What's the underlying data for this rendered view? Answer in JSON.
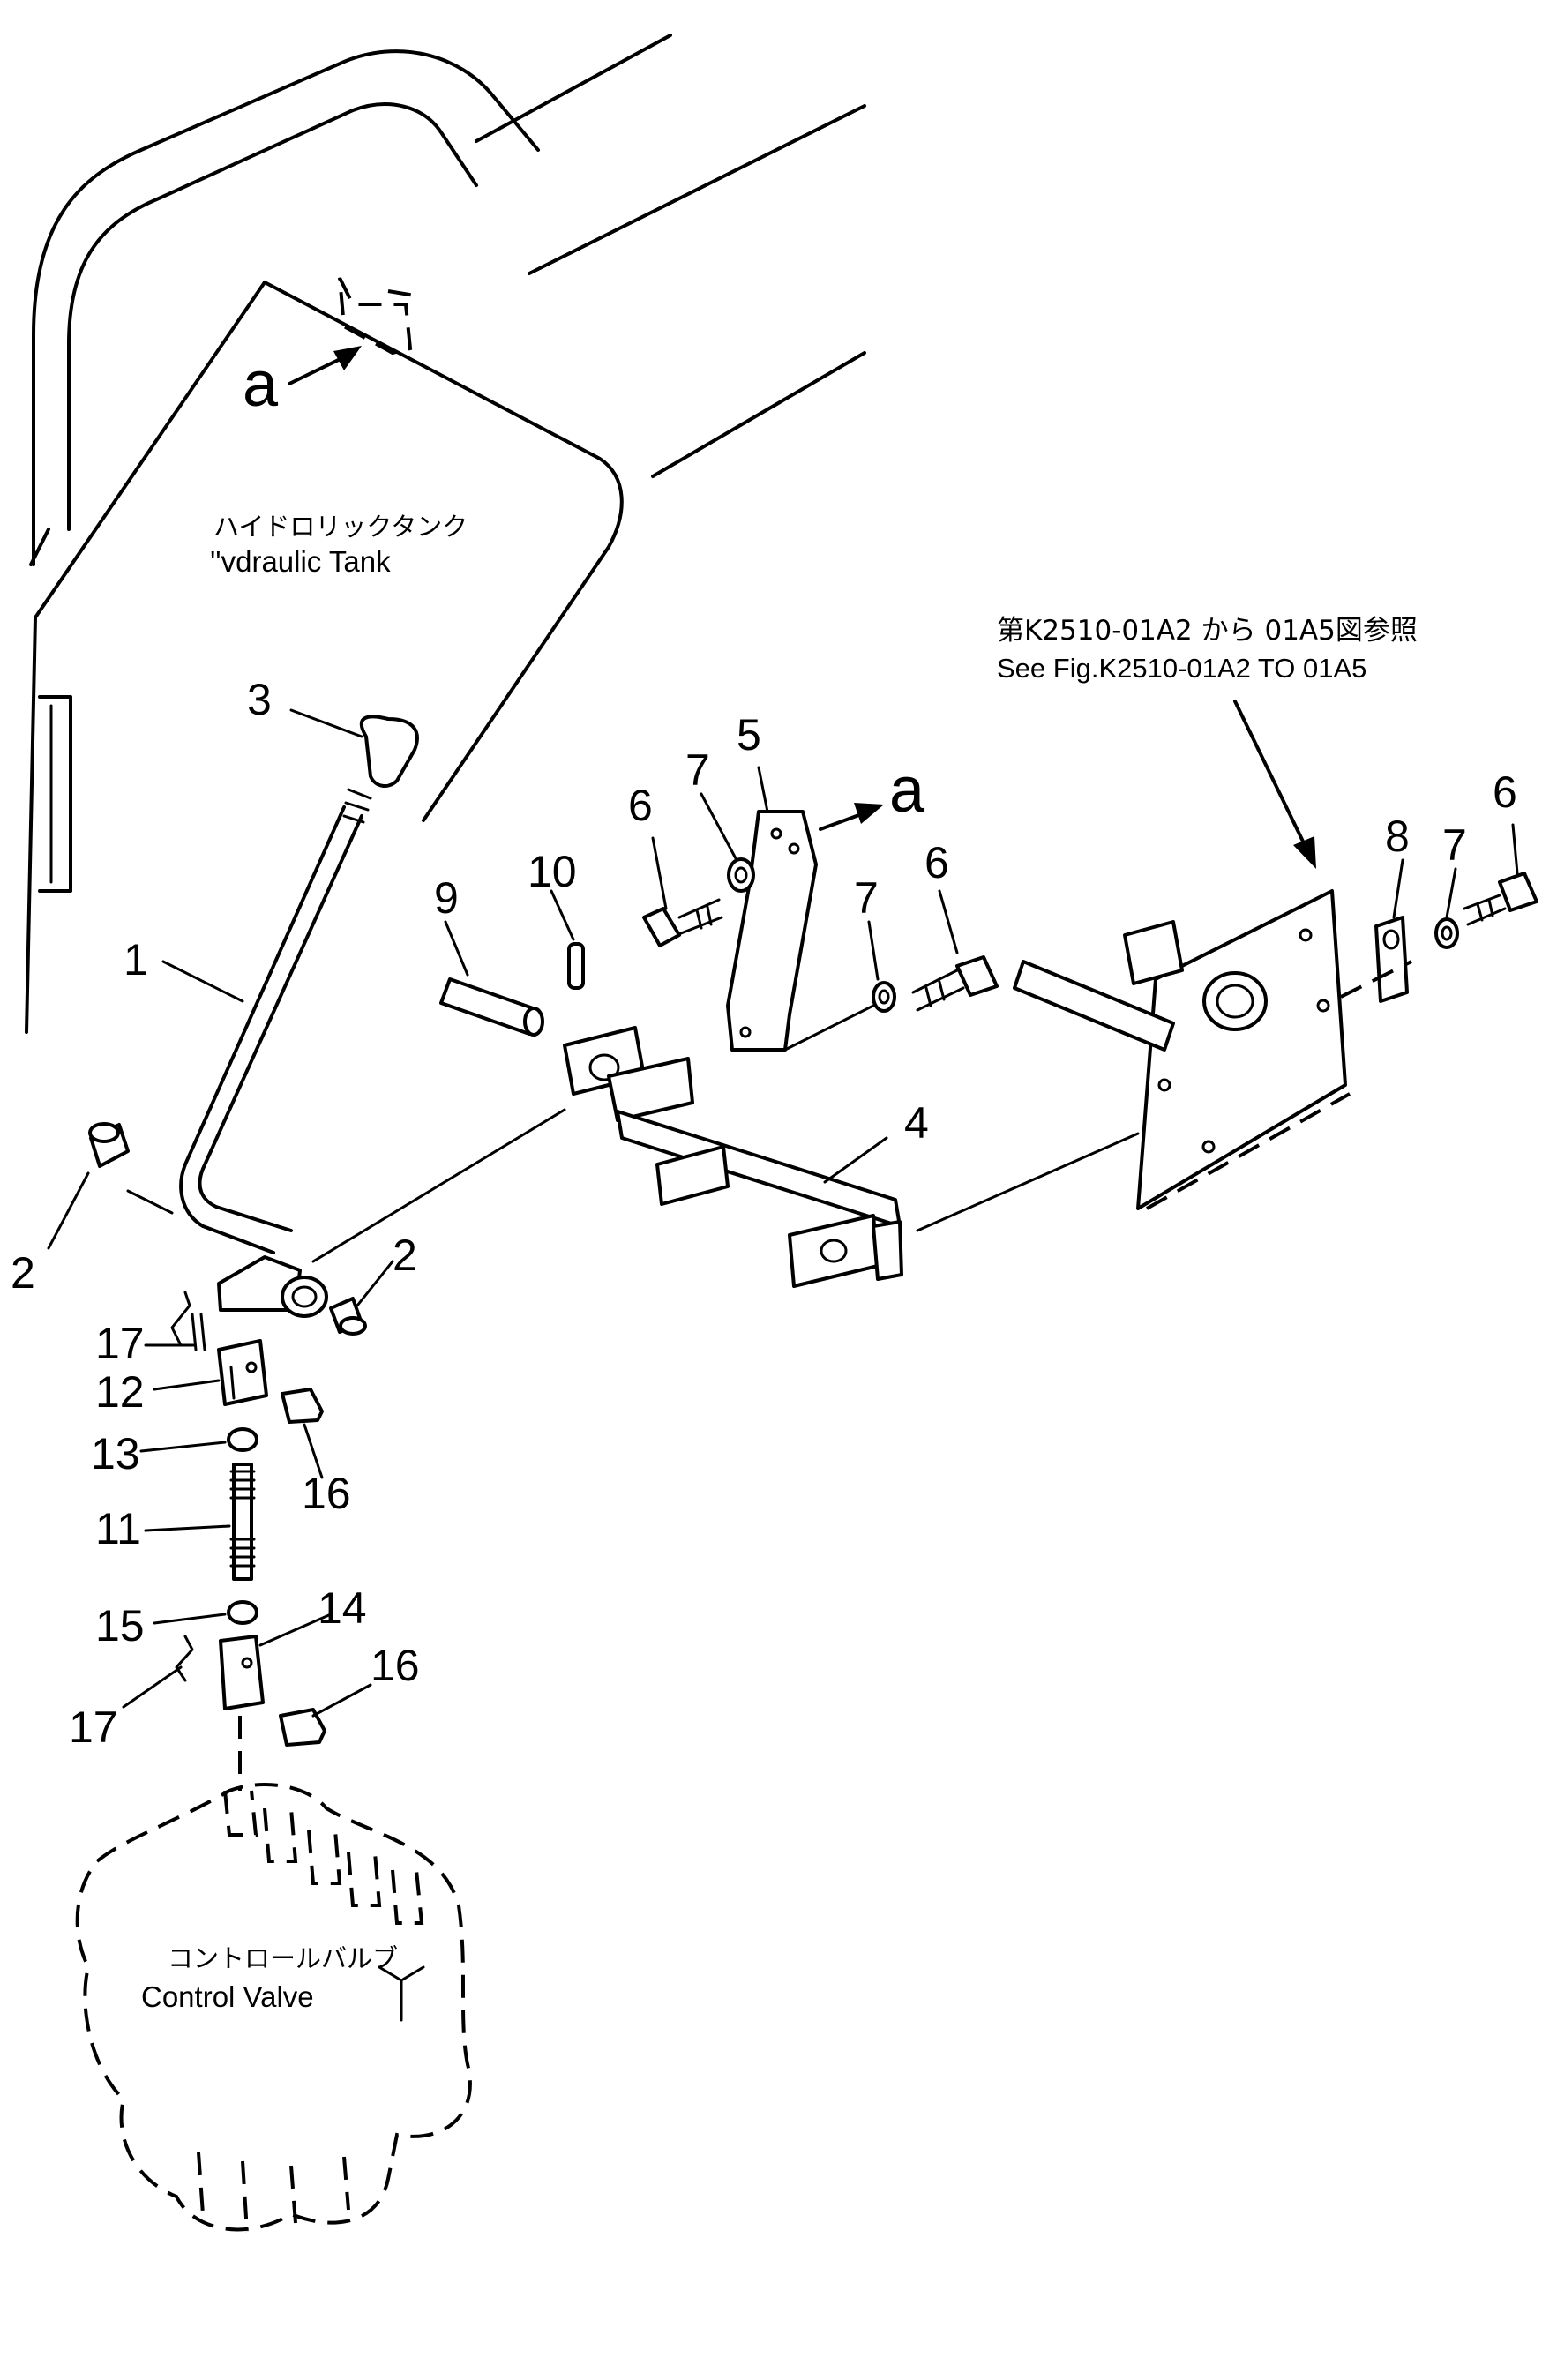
{
  "labels": {
    "view_arrow_a": "a",
    "view_arrow_a_2": "a",
    "hydraulic_tank_jp": "ハイドロリックタンク",
    "hydraulic_tank_en": "''vdraulic  Tank",
    "see_fig_jp": "第K2510-01A2  から  01A5図参照",
    "see_fig_en": "See Fig.K2510-01A2  TO  01A5",
    "control_valve_jp": "コントロールバルブ",
    "control_valve_en": "Control  Valve"
  },
  "callouts": {
    "c1": "1",
    "c2a": "2",
    "c2b": "2",
    "c3": "3",
    "c4": "4",
    "c5": "5",
    "c6a": "6",
    "c6b": "6",
    "c6c": "6",
    "c7a": "7",
    "c7b": "7",
    "c7c": "7",
    "c8": "8",
    "c9": "9",
    "c10": "10",
    "c11": "11",
    "c12": "12",
    "c13": "13",
    "c14": "14",
    "c15": "15",
    "c16a": "16",
    "c16b": "16",
    "c17a": "17",
    "c17b": "17"
  },
  "colors": {
    "ink": "#000000",
    "paper": "#ffffff"
  }
}
